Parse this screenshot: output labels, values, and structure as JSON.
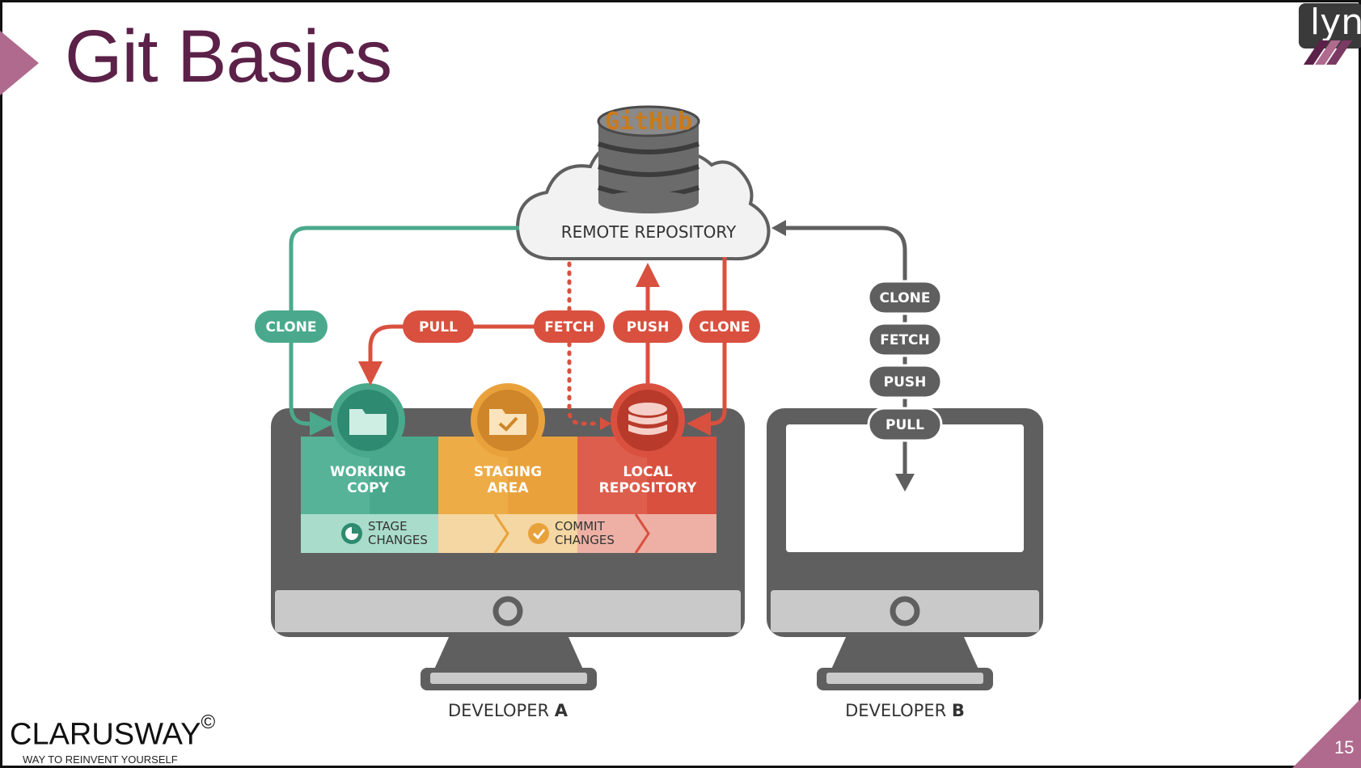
{
  "slide": {
    "title": "Git Basics",
    "page_number": "15",
    "overlay_badge": "lyn"
  },
  "brand": {
    "name": "CLARUSWAY",
    "mark": "©",
    "tagline": "WAY TO REINVENT YOURSELF"
  },
  "diagram": {
    "remote": {
      "logo_text": "GitHub",
      "label": "REMOTE REPOSITORY"
    },
    "developer_a": {
      "label_prefix": "DEVELOPER ",
      "label_letter": "A",
      "actions": {
        "clone_left": "CLONE",
        "pull": "PULL",
        "fetch": "FETCH",
        "push": "PUSH",
        "clone_right": "CLONE"
      },
      "areas": {
        "working_line1": "WORKING",
        "working_line2": "COPY",
        "staging_line1": "STAGING",
        "staging_line2": "AREA",
        "local_line1": "LOCAL",
        "local_line2": "REPOSITORY"
      },
      "steps": {
        "stage_line1": "STAGE",
        "stage_line2": "CHANGES",
        "commit_line1": "COMMIT",
        "commit_line2": "CHANGES"
      }
    },
    "developer_b": {
      "label_prefix": "DEVELOPER ",
      "label_letter": "B",
      "actions": [
        "CLONE",
        "FETCH",
        "PUSH",
        "PULL"
      ]
    }
  },
  "colors": {
    "title": "#5b2148",
    "accent_arrow": "#b06a8e",
    "green": "#4aa98c",
    "orange": "#e9a23b",
    "red": "#d9503f",
    "monitor": "#5f5f5f",
    "cloud": "#f2f2f2"
  }
}
